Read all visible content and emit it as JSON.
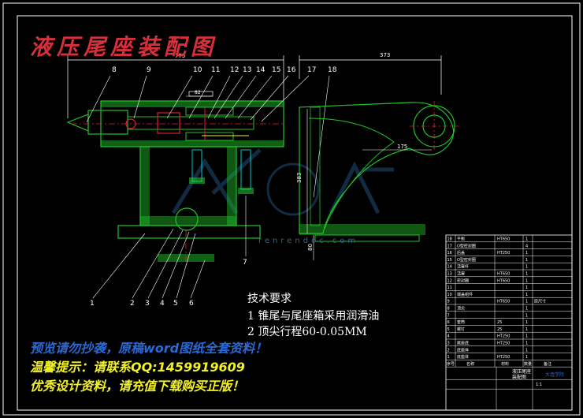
{
  "title": "液压尾座装配图",
  "balloons": [
    "1",
    "2",
    "3",
    "4",
    "5",
    "6",
    "7",
    "8",
    "9",
    "10",
    "11",
    "12",
    "13",
    "14",
    "15",
    "16",
    "17",
    "18"
  ],
  "dimensions": {
    "top_left": "775",
    "top_right": "373",
    "inner": "175",
    "small": "82",
    "vertical": "383",
    "bottom_right": "80"
  },
  "tech_req": {
    "heading": "技术要求",
    "line1": "1 锥尾与尾座箱采用润滑油",
    "line2": "2 顶尖行程60-0.05MM"
  },
  "promo": {
    "line1": "预览请勿抄袭，原稿word图纸全套资料！",
    "line2": "温馨提示：请联系QQ:1459919609",
    "line3": "优秀设计资料，请充值下载购买正版！"
  },
  "watermark": "renrendoc.com",
  "bom": {
    "rows": [
      {
        "no": "18",
        "name": "平衡",
        "mat": "HT650",
        "qty": "1"
      },
      {
        "no": "17",
        "name": "O型密封圈",
        "mat": "",
        "qty": "4"
      },
      {
        "no": "16",
        "name": "后盖",
        "mat": "HT250",
        "qty": "1"
      },
      {
        "no": "15",
        "name": "O型密封圈",
        "mat": "",
        "qty": "1"
      },
      {
        "no": "14",
        "name": "活塞杆",
        "mat": "",
        "qty": "1"
      },
      {
        "no": "13",
        "name": "活塞",
        "mat": "HT650",
        "qty": "1"
      },
      {
        "no": "12",
        "name": "密封圈",
        "mat": "HT650",
        "qty": "1"
      },
      {
        "no": "11",
        "name": "",
        "mat": "",
        "qty": "1"
      },
      {
        "no": "10",
        "name": "端盖组件",
        "mat": "",
        "qty": "1"
      },
      {
        "no": "9",
        "name": "",
        "mat": "HT650",
        "qty": "1"
      },
      {
        "no": "8",
        "name": "顶尖",
        "mat": "",
        "qty": "1"
      },
      {
        "no": "7",
        "name": "",
        "mat": "",
        "qty": "1"
      },
      {
        "no": "6",
        "name": "套筒",
        "mat": "25",
        "qty": "1"
      },
      {
        "no": "5",
        "name": "螺钉",
        "mat": "25",
        "qty": "1"
      },
      {
        "no": "4",
        "name": "",
        "mat": "HT250",
        "qty": "1"
      },
      {
        "no": "3",
        "name": "尾座底",
        "mat": "HT250",
        "qty": "1"
      },
      {
        "no": "2",
        "name": "底座体",
        "mat": "",
        "qty": "1"
      },
      {
        "no": "1",
        "name": "底座体",
        "mat": "HT250",
        "qty": "1"
      }
    ],
    "remark_note": "原尺寸",
    "header": [
      "序号",
      "名称",
      "材料",
      "数量",
      "备注"
    ],
    "drawing_name_1": "液压尾座",
    "drawing_name_2": "装配图",
    "school": "大连学院",
    "scale": "1:1"
  },
  "colors": {
    "green": "#22c22a",
    "white": "#ffffff",
    "red": "#e02030",
    "yellow": "#f2f224",
    "blue": "#2a6ad6",
    "cyan": "#00c8c8"
  }
}
